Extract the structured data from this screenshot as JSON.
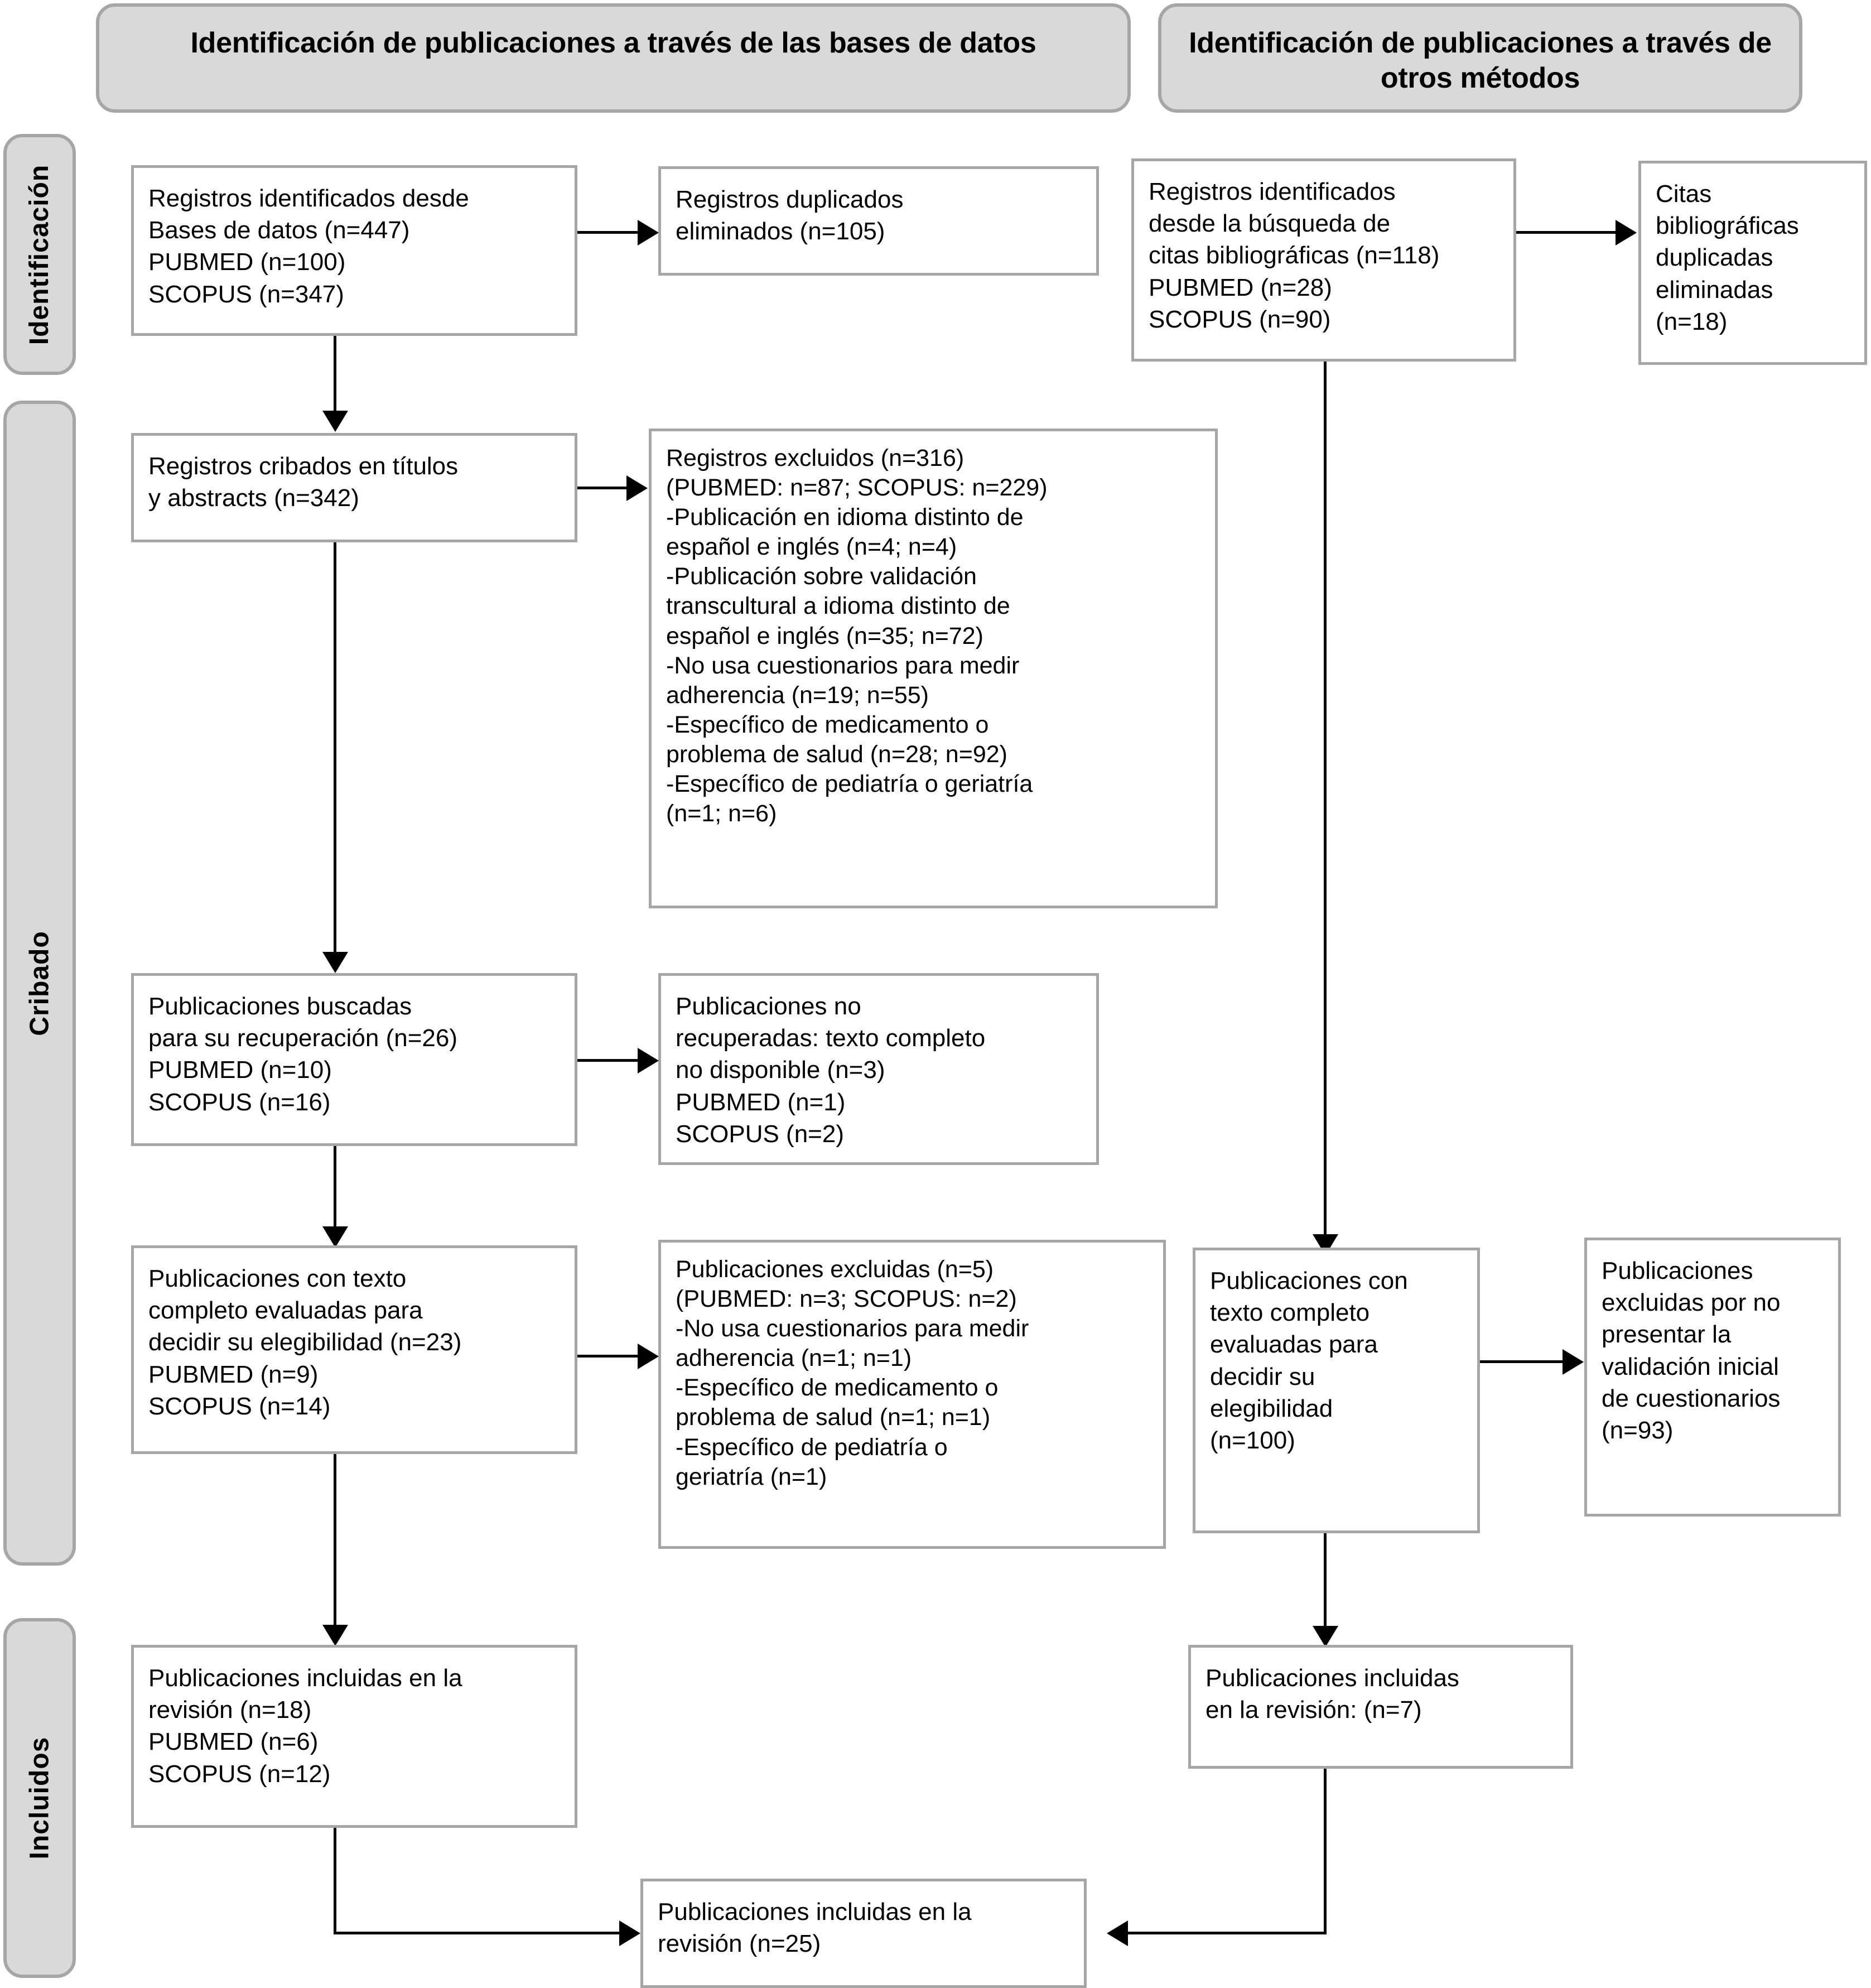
{
  "diagram": {
    "type": "prisma-flow-diagram",
    "language": "es",
    "banners": {
      "databases": "Identificación de publicaciones a través de las bases de datos",
      "other_methods": "Identificación de publicaciones a través de otros métodos"
    },
    "phases": {
      "identification": "Identificación",
      "screening": "Cribado",
      "included": "Incluidos"
    },
    "boxes": {
      "db_identified": "Registros identificados desde\nBases de datos (n=447)\n    PUBMED (n=100)\n    SCOPUS (n=347)",
      "db_duplicates_removed": "Registros duplicados\neliminados (n=105)",
      "other_identified": "Registros identificados\ndesde la búsqueda de\ncitas bibliográficas (n=118)\n    PUBMED (n=28)\n    SCOPUS (n=90)",
      "other_duplicates_removed": "Citas\nbibliográficas\nduplicadas\neliminadas\n(n=18)",
      "db_screened": "Registros cribados en títulos\ny abstracts (n=342)",
      "db_screening_excluded": "Registros excluidos (n=316)\n(PUBMED: n=87; SCOPUS: n=229)\n      -Publicación en idioma distinto de\n      español e inglés (n=4; n=4)\n      -Publicación sobre validación\n      transcultural a idioma distinto de\n      español e inglés (n=35; n=72)\n      -No usa cuestionarios para medir\n      adherencia (n=19; n=55)\n      -Específico de medicamento o\n      problema de salud (n=28; n=92)\n      -Específico de pediatría o geriatría\n      (n=1; n=6)",
      "db_sought": "Publicaciones buscadas\npara su recuperación (n=26)\n   PUBMED (n=10)\n   SCOPUS (n=16)",
      "db_not_retrieved": "Publicaciones no\nrecuperadas: texto completo\nno disponible (n=3)\n    PUBMED (n=1)\n    SCOPUS (n=2)",
      "db_eligibility": "Publicaciones con texto\ncompleto evaluadas para\ndecidir su elegibilidad (n=23)\n   PUBMED (n=9)\n   SCOPUS (n=14)",
      "db_eligibility_excluded": "Publicaciones excluidas (n=5)\n(PUBMED: n=3; SCOPUS: n=2)\n  -No usa cuestionarios para medir\n  adherencia (n=1; n=1)\n  -Específico de medicamento o\n  problema de salud (n=1; n=1)\n  -Específico de pediatría o\n  geriatría (n=1)",
      "other_eligibility": "Publicaciones con\ntexto completo\nevaluadas para\ndecidir su\nelegibilidad\n(n=100)",
      "other_eligibility_excluded": "Publicaciones\nexcluidas por no\npresentar la\nvalidación inicial\nde cuestionarios\n(n=93)",
      "db_included": "Publicaciones incluidas en la\nrevisión (n=18)\n   PUBMED (n=6)\n   SCOPUS (n=12)",
      "other_included": "Publicaciones incluidas\nen la revisión: (n=7)",
      "total_included": "Publicaciones incluidas en la\nrevisión (n=25)"
    },
    "counts": {
      "db_records_identified": 447,
      "db_pubmed": 100,
      "db_scopus": 347,
      "db_duplicates": 105,
      "other_records_identified": 118,
      "other_pubmed": 28,
      "other_scopus": 90,
      "other_duplicates": 18,
      "db_screened": 342,
      "db_excluded_screening": 316,
      "db_excluded_pubmed": 87,
      "db_excluded_scopus": 229,
      "db_sought": 26,
      "db_sought_pubmed": 10,
      "db_sought_scopus": 16,
      "db_not_retrieved": 3,
      "db_eligibility": 23,
      "db_eligibility_pubmed": 9,
      "db_eligibility_scopus": 14,
      "db_eligibility_excluded": 5,
      "other_eligibility": 100,
      "other_eligibility_excluded": 93,
      "db_included": 18,
      "db_included_pubmed": 6,
      "db_included_scopus": 12,
      "other_included": 7,
      "total_included": 25
    },
    "colors": {
      "banner_fill": "#d9d9d9",
      "banner_border": "#a6a6a6",
      "box_fill": "#ffffff",
      "box_border": "#a6a6a6",
      "connector": "#000000",
      "text": "#000000"
    }
  }
}
